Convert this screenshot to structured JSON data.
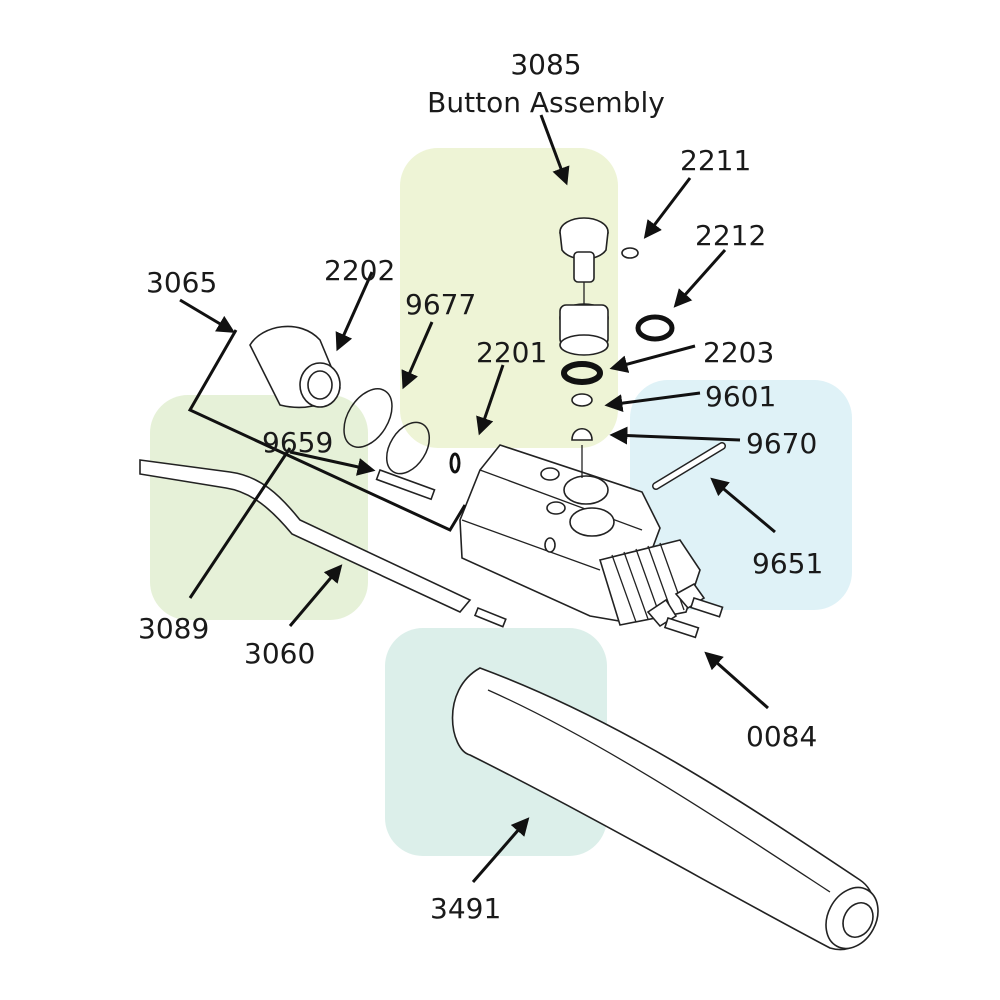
{
  "diagram": {
    "labels": {
      "p3085": "3085",
      "p3085_name": "Button Assembly",
      "p2211": "2211",
      "p2212": "2212",
      "p2203": "2203",
      "p9601": "9601",
      "p9670": "9670",
      "p9651": "9651",
      "p0084": "0084",
      "p3491": "3491",
      "p3065": "3065",
      "p2202": "2202",
      "p9677": "9677",
      "p2201": "2201",
      "p9659": "9659",
      "p3089": "3089",
      "p3060": "3060"
    },
    "colors": {
      "green_panel": "#eef4d6",
      "blue_panel": "#dff2f7",
      "teal_panel": "#dcefea",
      "light_green_panel": "#e6f1d8",
      "line": "#111111"
    }
  }
}
